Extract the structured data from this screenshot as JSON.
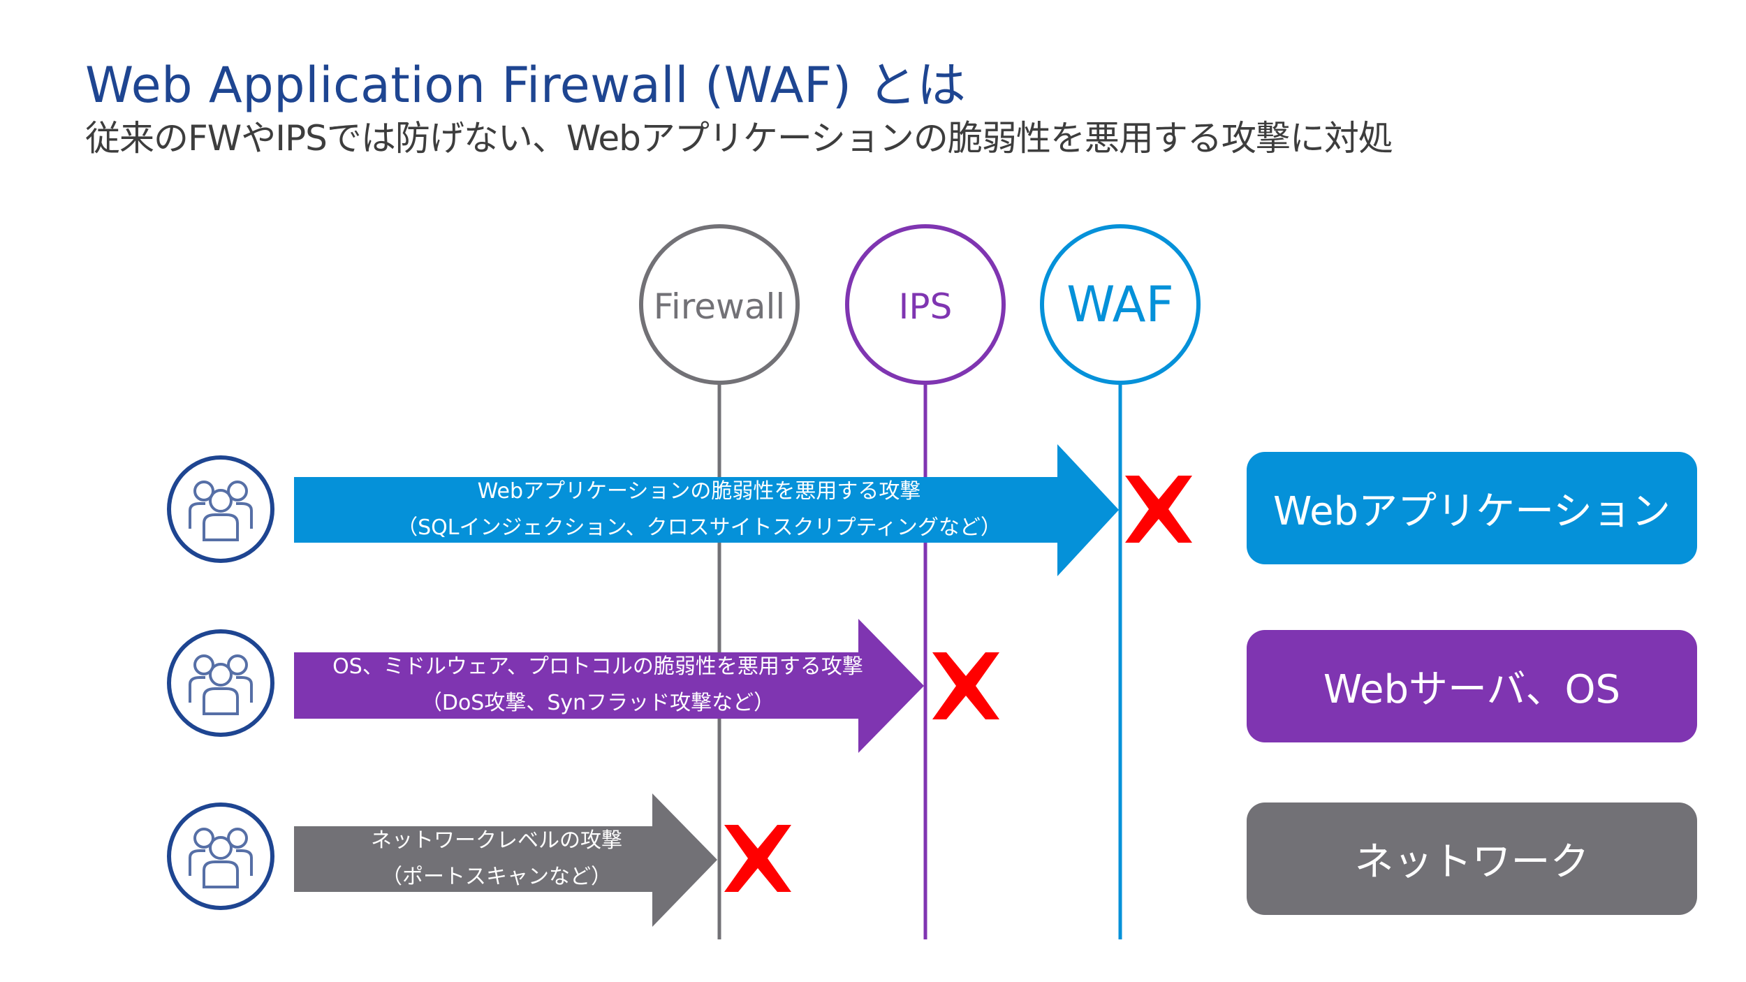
{
  "header": {
    "title": "Web Application Firewall (WAF)  とは",
    "subtitle": "従来のFWやIPSでは防げない、Webアプリケーションの脆弱性を悪用する攻撃に対処"
  },
  "colors": {
    "title": "#1e4591",
    "firewall": "#727176",
    "ips": "#7f35b1",
    "waf": "#0591d9",
    "block_mark": "#ff0000",
    "user_icon": "#1e4591"
  },
  "defenses": [
    {
      "id": "firewall",
      "label": "Firewall"
    },
    {
      "id": "ips",
      "label": "IPS"
    },
    {
      "id": "waf",
      "label": "WAF"
    }
  ],
  "attacks": [
    {
      "line1": "Webアプリケーションの脆弱性を悪用する攻撃",
      "line2": "（SQLインジェクション、クロスサイトスクリプティングなど）",
      "blocked_by": "waf",
      "icon": "user-group-icon",
      "block_icon": "red-x-icon"
    },
    {
      "line1": "OS、ミドルウェア、プロトコルの脆弱性を悪用する攻撃",
      "line2": "（DoS攻撃、Synフラッド攻撃など）",
      "blocked_by": "ips",
      "icon": "user-group-icon",
      "block_icon": "red-x-icon"
    },
    {
      "line1": "ネットワークレベルの攻撃",
      "line2": "（ポートスキャンなど）",
      "blocked_by": "firewall",
      "icon": "user-group-icon",
      "block_icon": "red-x-icon"
    }
  ],
  "layers": [
    {
      "label": "Webアプリケーション",
      "protected_by": "waf"
    },
    {
      "label": "Webサーバ、OS",
      "protected_by": "ips"
    },
    {
      "label": "ネットワーク",
      "protected_by": "firewall"
    }
  ]
}
